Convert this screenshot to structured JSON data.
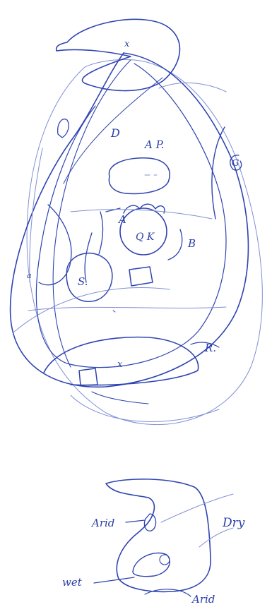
{
  "upper_sketch": {
    "labels": {
      "x_top": "x",
      "d_left": "D",
      "a_p": "A P.",
      "a_inner": "A",
      "q_k": "Q K",
      "s": "S.",
      "b": "B",
      "r": "R.",
      "x_bottom": "x",
      "g": "G",
      "stroke_a": "a"
    }
  },
  "lower_sketch": {
    "labels": {
      "arid_top": "Arid",
      "dry": "Dry",
      "wet": "wet",
      "arid_bottom": "Arid"
    }
  },
  "colors": {
    "ink": "#2f44b0",
    "ink_faint": "#7f8fd6",
    "paper": "#ffffff"
  }
}
